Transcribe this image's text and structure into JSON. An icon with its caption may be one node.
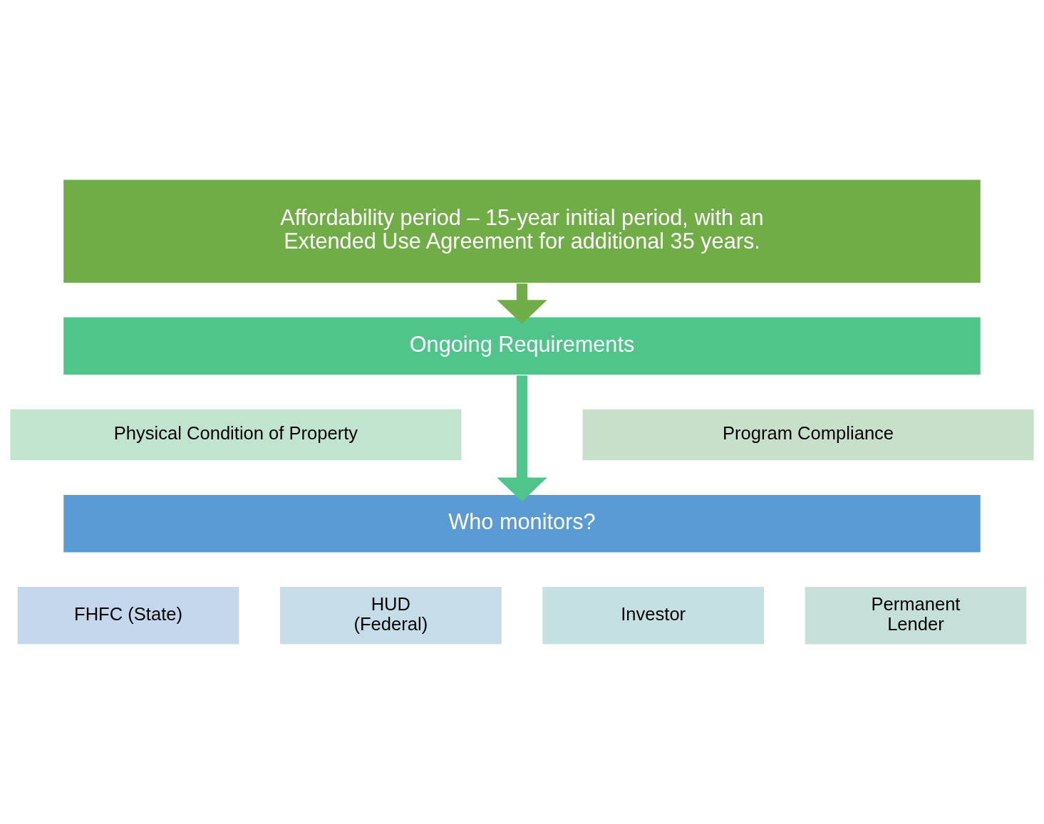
{
  "diagram": {
    "nodes": [
      {
        "text": [
          "Affordability period – 15-year initial period, with an Extended Use Agreement for additional 35 years."
        ]
      },
      {
        "text": [
          "Ongoing Requirements"
        ]
      },
      {
        "text": [
          "Physical Condition of Property"
        ]
      },
      {
        "text": [
          "Program Compliance"
        ]
      },
      {
        "text": [
          "Who monitors?"
        ]
      },
      {
        "text": [
          "FHFC (State)"
        ]
      },
      {
        "text": [
          "HUD (Federal)"
        ]
      },
      {
        "text": [
          "Investor"
        ]
      },
      {
        "text": [
          "Permanent Lender"
        ]
      }
    ],
    "edges": [
      {
        "from": 0,
        "to": 1,
        "arrow": "to",
        "color": "#70ad47"
      },
      {
        "from": 1,
        "to": 4,
        "arrow": "to",
        "color": "#4fc48b"
      }
    ]
  }
}
